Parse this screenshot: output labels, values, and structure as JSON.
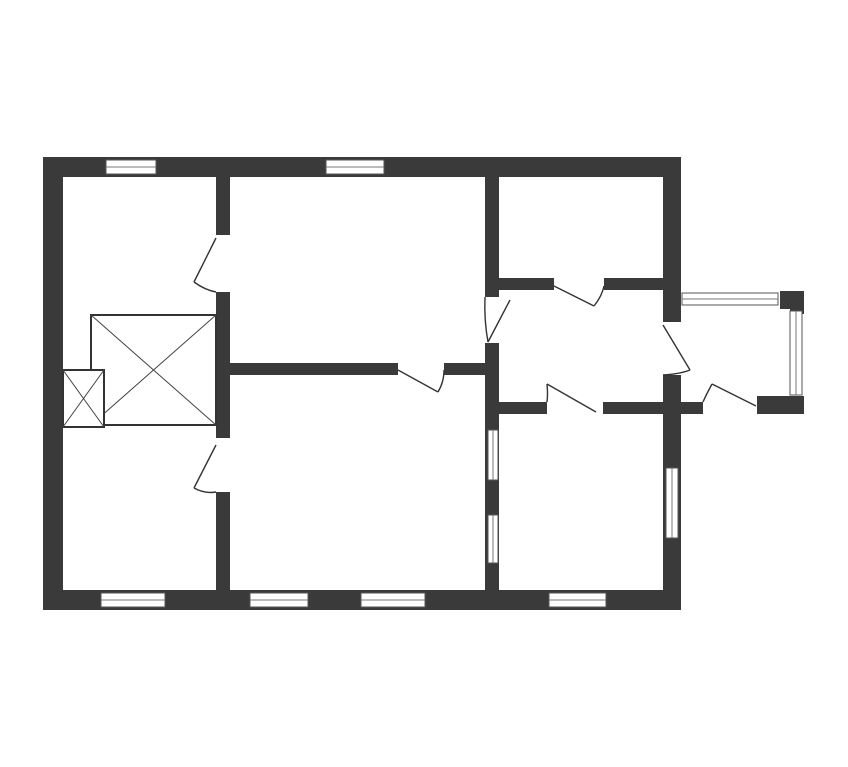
{
  "plan": {
    "wall_color": "#3a3a3a",
    "background": "#ffffff",
    "rooms": 6,
    "windows": 10,
    "doors": 9,
    "ventilation_shafts": 2,
    "icons": [
      "floor-plan",
      "window-symbol",
      "door-swing-symbol",
      "ventilation-shaft-symbol"
    ]
  }
}
